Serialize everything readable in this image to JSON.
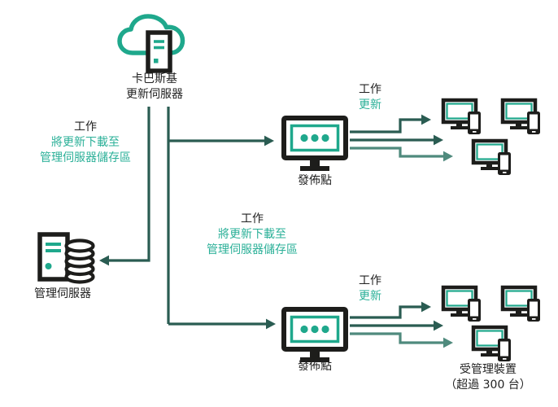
{
  "colors": {
    "teal_icon": "#1fa88c",
    "teal_text": "#2bb098",
    "line_dark": "#2a5c52",
    "line_light": "#4f8a7d",
    "icon_black": "#1d1d1b",
    "text_black": "#222222"
  },
  "nodes": {
    "kaspersky_update_server": {
      "line1": "卡巴斯基",
      "line2": "更新伺服器",
      "icon": "cloud-server-icon"
    },
    "admin_server": {
      "label": "管理伺服器",
      "icon": "server-database-icon"
    },
    "distribution_point_top": {
      "label": "發佈點",
      "icon": "monitor-dots-icon"
    },
    "distribution_point_bottom": {
      "label": "發佈點",
      "icon": "monitor-dots-icon"
    },
    "managed_devices": {
      "line1": "受管理裝置",
      "line2": "（超過 300 台）",
      "icon": "desktop-with-phone-icon"
    }
  },
  "tasks": {
    "left": {
      "title": "工作",
      "line1": "將更新下載至",
      "line2": "管理伺服器儲存區"
    },
    "middle": {
      "title": "工作",
      "line1": "將更新下載至",
      "line2": "管理伺服器儲存區"
    },
    "top_right": {
      "title": "工作",
      "line1": "更新"
    },
    "bottom_right": {
      "title": "工作",
      "line1": "更新"
    }
  }
}
